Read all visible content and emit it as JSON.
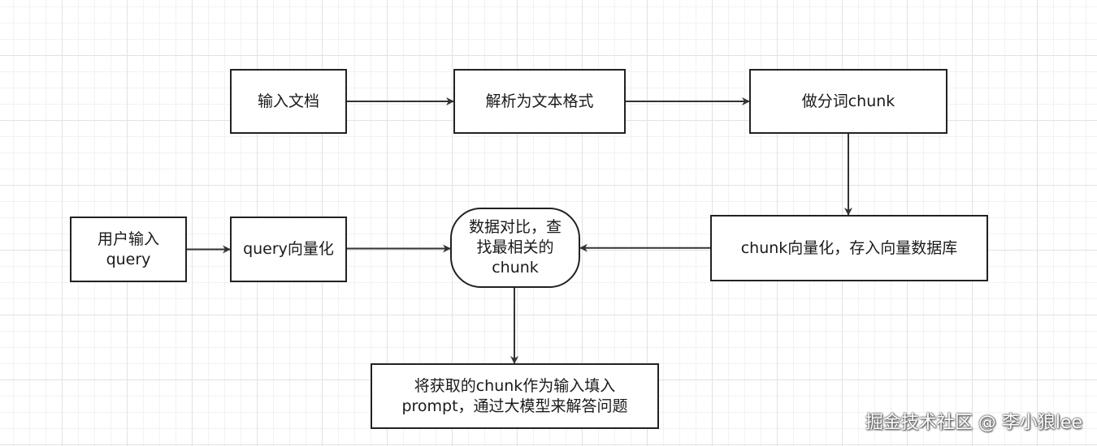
{
  "diagram": {
    "nodes": [
      {
        "id": "input-doc",
        "label": "输入文档"
      },
      {
        "id": "parse-text",
        "label": "解析为文本格式"
      },
      {
        "id": "tokenize-chunk",
        "label": "做分词chunk"
      },
      {
        "id": "vectorize-store",
        "label": "chunk向量化，存入向量数据库"
      },
      {
        "id": "compare",
        "label": "数据对比，查\n找最相关的\nchunk"
      },
      {
        "id": "user-input",
        "label": "用户输入\nquery"
      },
      {
        "id": "query-vector",
        "label": "query向量化"
      },
      {
        "id": "answer",
        "label": "将获取的chunk作为输入填入\nprompt，通过大模型来解答问题"
      }
    ],
    "edges": [
      {
        "from": "input-doc",
        "to": "parse-text"
      },
      {
        "from": "parse-text",
        "to": "tokenize-chunk"
      },
      {
        "from": "tokenize-chunk",
        "to": "vectorize-store"
      },
      {
        "from": "vectorize-store",
        "to": "compare"
      },
      {
        "from": "user-input",
        "to": "query-vector"
      },
      {
        "from": "query-vector",
        "to": "compare"
      },
      {
        "from": "compare",
        "to": "answer"
      }
    ]
  },
  "watermark": "掘金技术社区 @ 李小狼lee",
  "colors": {
    "stroke": "#222222",
    "arrow": "#333333",
    "text": "#1a1a1a",
    "background": "#ffffff"
  }
}
